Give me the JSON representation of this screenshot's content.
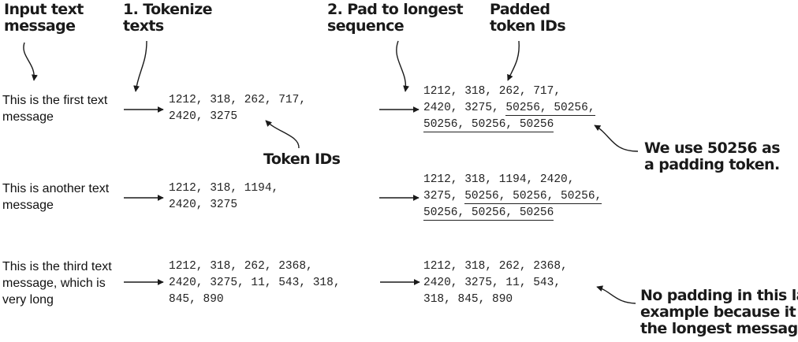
{
  "headers": {
    "input": "Input text\nmessage",
    "tokenize": "1. Tokenize\ntexts",
    "pad": "2. Pad to longest\nsequence",
    "padded": "Padded\ntoken IDs"
  },
  "labels": {
    "token_ids": "Token IDs",
    "padding_note": [
      "We use 50256 as",
      "a padding token."
    ],
    "no_padding_note": [
      "No padding in this last",
      "example because it is",
      "the longest message"
    ]
  },
  "rows": [
    {
      "message": [
        "This is the first text",
        "message"
      ],
      "tokens": [
        "1212, 318, 262, 717,",
        "2420, 3275"
      ],
      "padded": [
        {
          "plain": "1212, 318, 262, 717,",
          "pad": ""
        },
        {
          "plain": "2420, 3275, ",
          "pad": "50256, 50256,"
        },
        {
          "plain": "",
          "pad": "50256, 50256, 50256"
        }
      ]
    },
    {
      "message": [
        "This is another text",
        "message"
      ],
      "tokens": [
        "1212, 318, 1194,",
        "2420, 3275"
      ],
      "padded": [
        {
          "plain": "1212, 318, 1194, 2420,",
          "pad": ""
        },
        {
          "plain": "3275, ",
          "pad": "50256, 50256, 50256,"
        },
        {
          "plain": "",
          "pad": "50256, 50256, 50256"
        }
      ]
    },
    {
      "message": [
        "This is the third text",
        "message, which is",
        "very long"
      ],
      "tokens": [
        "1212, 318, 262, 2368,",
        "2420, 3275, 11, 543, 318,",
        "845, 890"
      ],
      "padded": [
        {
          "plain": "1212, 318, 262, 2368,",
          "pad": ""
        },
        {
          "plain": "2420, 3275, 11, 543,",
          "pad": ""
        },
        {
          "plain": "318, 845, 890",
          "pad": ""
        }
      ]
    }
  ],
  "colors": {
    "ink": "#1a1a1a"
  }
}
